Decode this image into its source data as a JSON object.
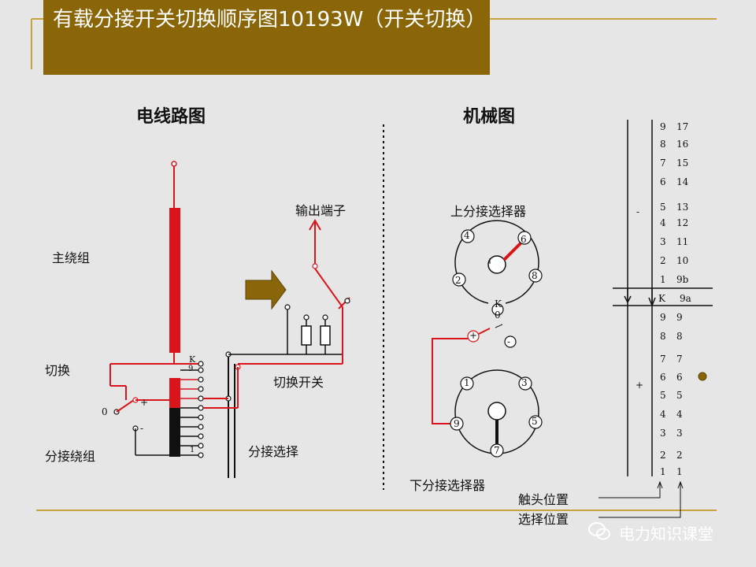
{
  "title": "有载分接开关切换顺序图10193W（开关切换）",
  "wiring": {
    "heading": "电线路图",
    "main_winding": "主绕组",
    "switching": "切换",
    "tap_winding": "分接绕组",
    "output_terminal": "输出端子",
    "diverter_switch": "切换开关",
    "tap_selection": "分接选择",
    "zero": "0",
    "plus": "+",
    "minus": "-",
    "k": "K",
    "nine": "9",
    "one": "1"
  },
  "mechanical": {
    "heading": "机械图",
    "upper_selector": "上分接选择器",
    "lower_selector": "下分接选择器",
    "k": "K",
    "zero": "0",
    "plus": "+",
    "minus": "-",
    "upper_contacts": [
      "4",
      "6",
      "2",
      "8"
    ],
    "lower_contacts": [
      "1",
      "3",
      "9",
      "5",
      "7"
    ]
  },
  "sequence": {
    "minus_sign": "-",
    "plus_sign": "+",
    "rows": [
      {
        "a": "9",
        "b": "17"
      },
      {
        "a": "8",
        "b": "16"
      },
      {
        "a": "7",
        "b": "15"
      },
      {
        "a": "6",
        "b": "14"
      },
      {
        "a": "5",
        "b": "13"
      },
      {
        "a": "4",
        "b": "12"
      },
      {
        "a": "3",
        "b": "11"
      },
      {
        "a": "2",
        "b": "10"
      },
      {
        "a": "1",
        "b": "9b"
      },
      {
        "a": "K",
        "b": "9a"
      },
      {
        "a": "9",
        "b": "9"
      },
      {
        "a": "8",
        "b": "8"
      },
      {
        "a": "7",
        "b": "7"
      },
      {
        "a": "6",
        "b": "6"
      },
      {
        "a": "5",
        "b": "5"
      },
      {
        "a": "4",
        "b": "4"
      },
      {
        "a": "3",
        "b": "3"
      },
      {
        "a": "2",
        "b": "2"
      },
      {
        "a": "1",
        "b": "1"
      }
    ],
    "contact_position": "触头位置",
    "selector_position": "选择位置"
  },
  "watermark": "电力知识课堂",
  "colors": {
    "title_bg": "#8a6608",
    "wire_red": "#d9151b",
    "accent_gold": "#c8a23a"
  }
}
